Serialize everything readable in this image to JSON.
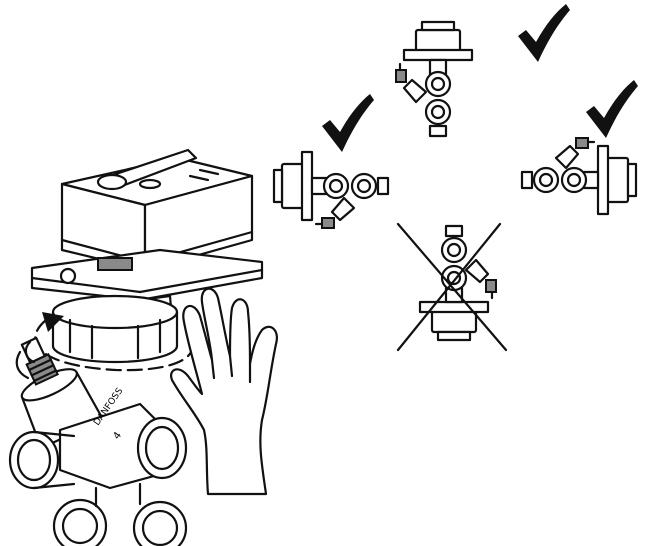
{
  "illustration": {
    "valve_brand_label": "DANFOSS",
    "valve_setting_label": "4",
    "colors": {
      "line": "#111111",
      "shade": "#8a8a8a",
      "background": "#ffffff"
    },
    "orientations": [
      {
        "position": "top",
        "allowed": true,
        "mark": "check-icon"
      },
      {
        "position": "left",
        "allowed": true,
        "mark": "check-icon"
      },
      {
        "position": "right",
        "allowed": true,
        "mark": "check-icon"
      },
      {
        "position": "bottom",
        "allowed": false,
        "mark": "cross-icon"
      }
    ]
  }
}
